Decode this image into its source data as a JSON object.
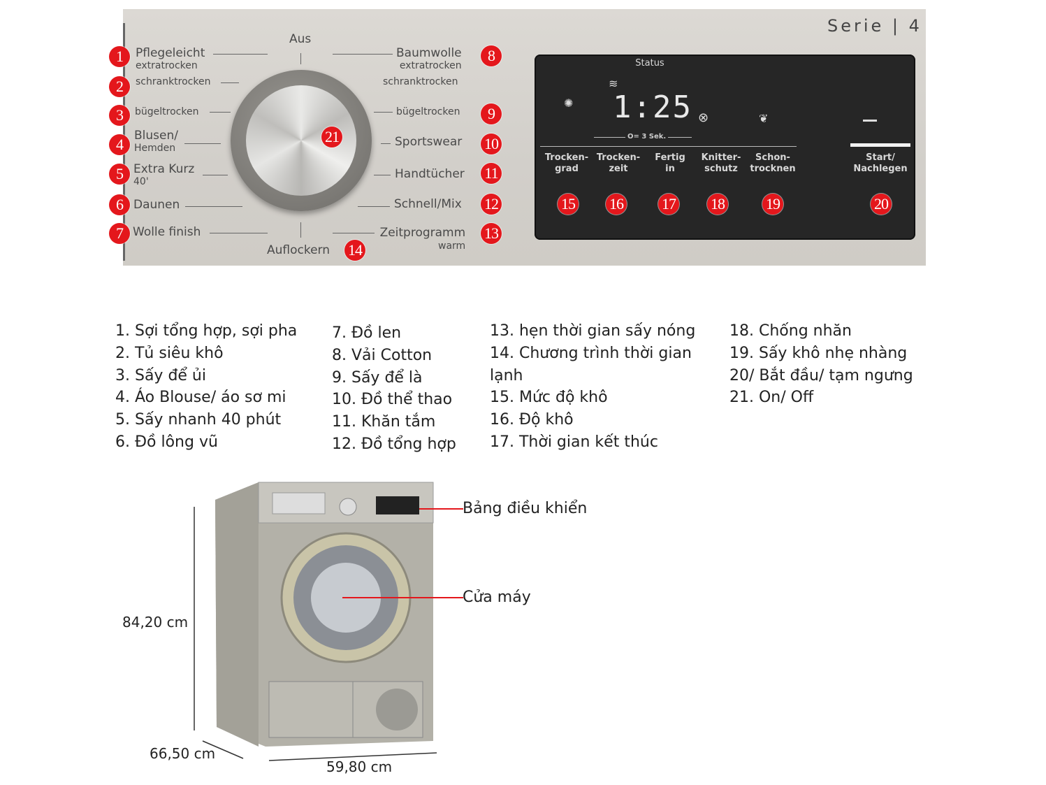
{
  "panel": {
    "brand_series": "Serie | 4",
    "dial": {
      "top": "Aus",
      "bottom": "Auflockern",
      "left": [
        {
          "main": "Pflegeleicht",
          "sub": "extratrocken"
        },
        {
          "main": "schranktrocken"
        },
        {
          "main": "bügeltrocken"
        },
        {
          "main": "Blusen/",
          "sub": "Hemden"
        },
        {
          "main": "Extra Kurz",
          "sub": "40'"
        },
        {
          "main": "Daunen"
        },
        {
          "main": "Wolle finish"
        }
      ],
      "right": [
        {
          "main": "Baumwolle",
          "sub": "extratrocken"
        },
        {
          "main": "schranktrocken"
        },
        {
          "main": "bügeltrocken"
        },
        {
          "main": "Sportswear"
        },
        {
          "main": "Handtücher"
        },
        {
          "main": "Schnell/Mix"
        },
        {
          "main": "Zeitprogramm",
          "sub": "warm"
        }
      ]
    },
    "display": {
      "status_label": "Status",
      "time": "1:25",
      "hold_hint": "O= 3 Sek.",
      "buttons": [
        {
          "line1": "Trocken-",
          "line2": "grad"
        },
        {
          "line1": "Trocken-",
          "line2": "zeit"
        },
        {
          "line1": "Fertig",
          "line2": "in"
        },
        {
          "line1": "Knitter-",
          "line2": "schutz"
        },
        {
          "line1": "Schon-",
          "line2": "trocknen"
        },
        {
          "line1": "Start/",
          "line2": "Nachlegen"
        }
      ],
      "icons": [
        "heat-icon",
        "child-lock-icon",
        "drum-clean-icon",
        "leaf-icon"
      ]
    },
    "badges": [
      "1",
      "2",
      "3",
      "4",
      "5",
      "6",
      "7",
      "8",
      "9",
      "10",
      "11",
      "12",
      "13",
      "14",
      "15",
      "16",
      "17",
      "18",
      "19",
      "20",
      "21"
    ],
    "badge_color": "#e4171c"
  },
  "legend": {
    "col1": [
      "1. Sợi tổng hợp, sợi pha",
      "2. Tủ siêu khô",
      "3. Sấy để ủi",
      "4. Áo Blouse/ áo sơ mi",
      "5. Sấy nhanh 40 phút",
      "6. Đồ lông vũ"
    ],
    "col2": [
      "7. Đồ len",
      "8. Vải Cotton",
      "9. Sấy để là",
      "10. Đồ thể thao",
      "11. Khăn tắm",
      "12. Đồ tổng hợp"
    ],
    "col3": [
      "13. hẹn thời gian sấy nóng",
      "14. Chương trình thời gian",
      "lạnh",
      "15. Mức độ khô",
      "16. Độ khô",
      "17. Thời gian kết thúc"
    ],
    "col4": [
      "18. Chống nhăn",
      "19. Sấy khô nhẹ nhàng",
      "20/ Bắt đầu/ tạm ngưng",
      "21. On/ Off"
    ]
  },
  "product": {
    "callout_panel": "Bảng điều khiển",
    "callout_door": "Cửa máy",
    "height": "84,20 cm",
    "depth": "66,50 cm",
    "width": "59,80 cm",
    "body_color": "#b9b7ae"
  }
}
